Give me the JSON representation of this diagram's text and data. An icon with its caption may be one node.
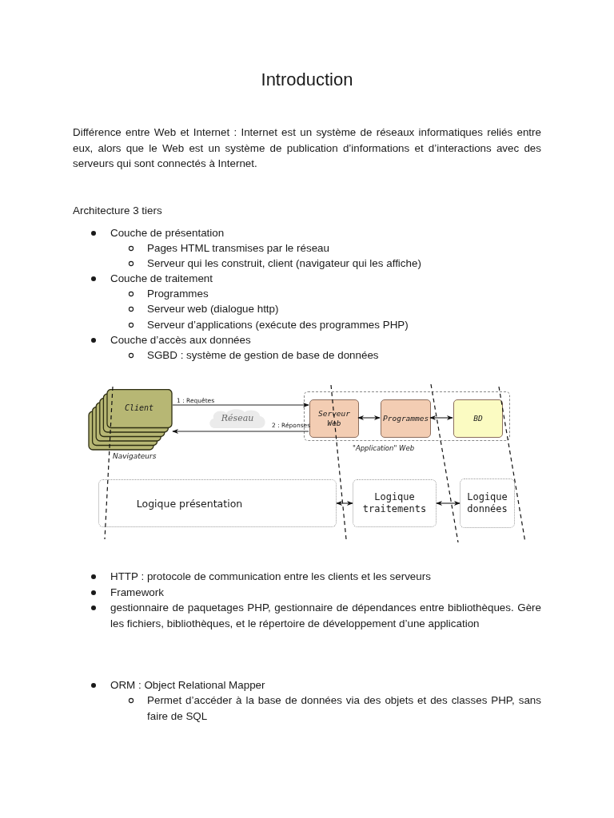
{
  "diagram": {
    "title": "Introduction",
    "nodes": [
      {
        "text": [
          "Client"
        ],
        "beside": [
          "Navigateurs"
        ]
      },
      {
        "text": [
          "Réseau"
        ]
      },
      {
        "text": [
          "\"Application\" Web"
        ]
      },
      {
        "text": [
          "Serveur Web"
        ],
        "in": 2
      },
      {
        "text": [
          "Programmes"
        ],
        "in": 2
      },
      {
        "text": [
          "BD"
        ],
        "in": 2
      },
      {
        "text": [
          "Logique présentation"
        ]
      },
      {
        "text": [
          "Logique traitements"
        ]
      },
      {
        "text": [
          "Logique données"
        ]
      }
    ],
    "edges": [
      {
        "from": 0,
        "to": 3,
        "arrow": "to",
        "label": "1 : Requêtes"
      },
      {
        "from": 3,
        "to": 0,
        "arrow": "to",
        "label": "2 : Réponses"
      },
      {
        "from": 3,
        "to": 4,
        "arrow": "both"
      },
      {
        "from": 4,
        "to": 5,
        "arrow": "both"
      },
      {
        "from": 6,
        "to": 7,
        "arrow": "both"
      },
      {
        "from": 7,
        "to": 8,
        "arrow": "both"
      }
    ],
    "labels": [
      "Différence entre Web et Internet : Internet est un système de réseaux informatiques reliés entre eux, alors que le Web est un système de publication d’informations et d’interactions avec des serveurs qui sont connectés à Internet.",
      "Architecture 3 tiers",
      "Couche de présentation",
      "Pages HTML transmises par le réseau",
      "Serveur qui les construit, client (navigateur qui les affiche)",
      "Couche de traitement",
      "Programmes",
      "Serveur web (dialogue http)",
      "Serveur d’applications (exécute des programmes PHP)",
      "Couche d’accès aux données",
      "SGBD : système de gestion de base de données",
      "HTTP : protocole de communication entre les clients et les serveurs",
      "Framework",
      "gestionnaire de paquetages PHP, gestionnaire de dépendances entre bibliothèques. Gère les fichiers, bibliothèques, et le répertoire de développement d’une application",
      "ORM : Object Relational Mapper",
      "Permet d’accéder à la base de données via des objets et des classes PHP, sans faire de SQL"
    ]
  }
}
